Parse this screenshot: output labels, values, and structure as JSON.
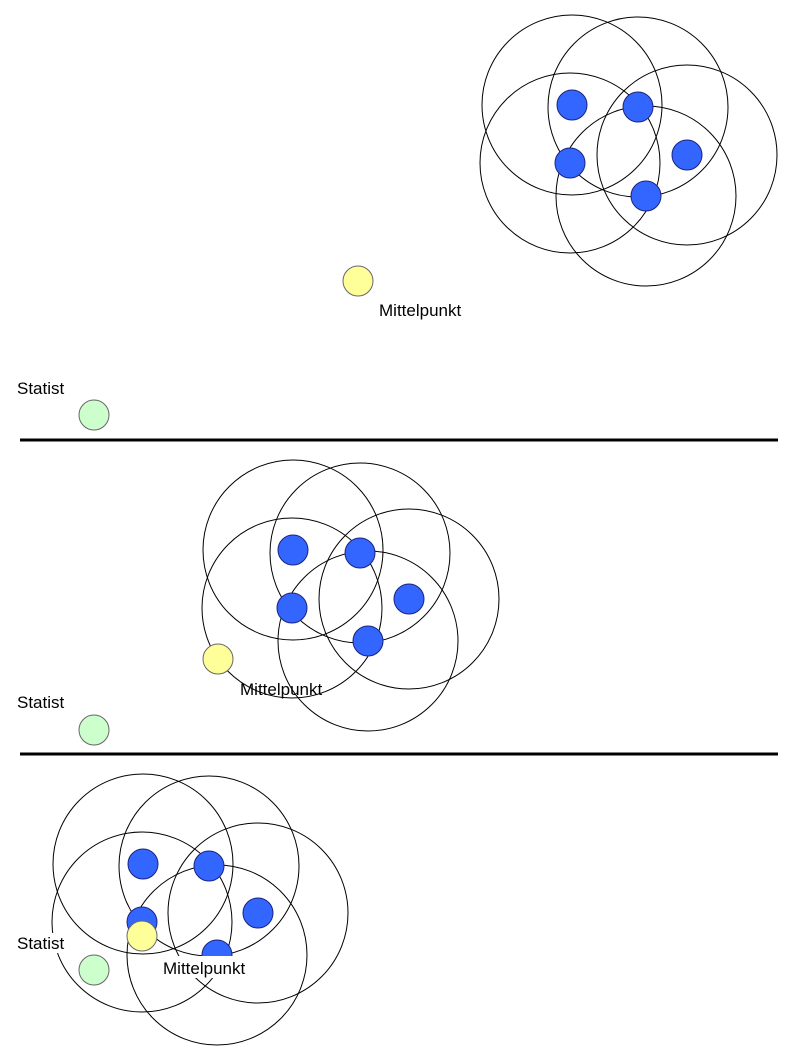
{
  "labels": {
    "center": "Mittelpunkt",
    "extra": "Statist"
  },
  "colors": {
    "agent_fill": "#3366ff",
    "agent_stroke": "#1a237e",
    "center_fill": "#ffff99",
    "center_stroke": "#666666",
    "extra_fill": "#ccffcc",
    "extra_stroke": "#666666",
    "circle_stroke": "#000000",
    "divider": "#000000"
  },
  "panels": [
    {
      "name": "panel-1"
    },
    {
      "name": "panel-2"
    },
    {
      "name": "panel-3"
    }
  ]
}
